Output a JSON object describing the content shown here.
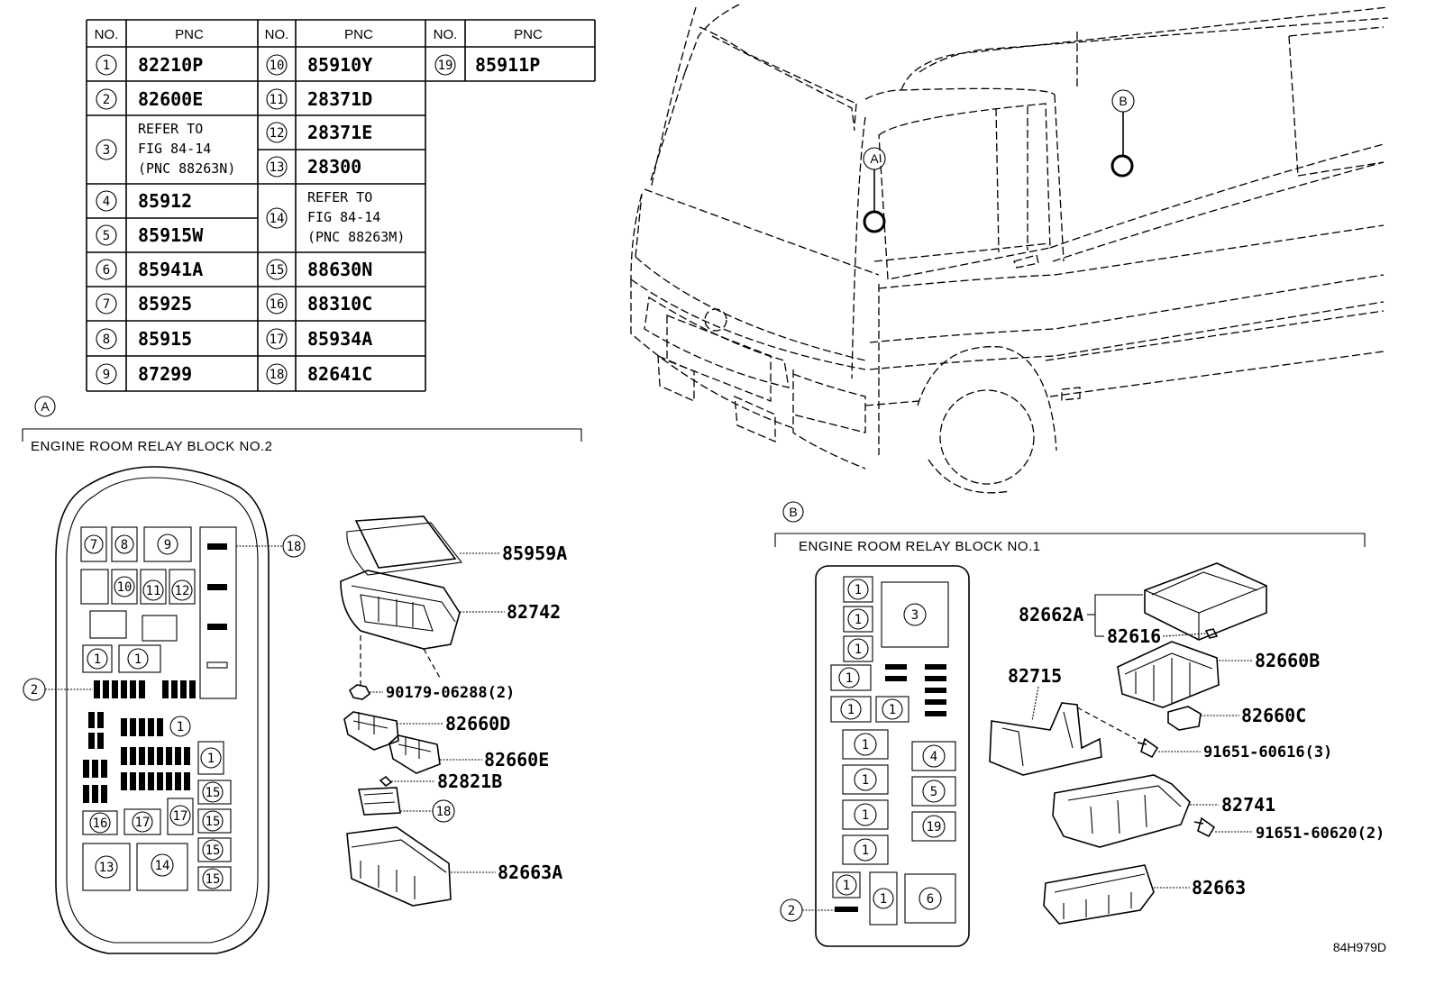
{
  "table": {
    "headers": {
      "no": "NO.",
      "pnc": "PNC"
    },
    "rows": [
      {
        "no": "1",
        "pnc": "82210P"
      },
      {
        "no": "2",
        "pnc": "82600E"
      },
      {
        "no": "3",
        "pnc_lines": [
          "REFER TO",
          "FIG 84-14",
          "(PNC 88263N)"
        ]
      },
      {
        "no": "4",
        "pnc": "85912"
      },
      {
        "no": "5",
        "pnc": "85915W"
      },
      {
        "no": "6",
        "pnc": "85941A"
      },
      {
        "no": "7",
        "pnc": "85925"
      },
      {
        "no": "8",
        "pnc": "85915"
      },
      {
        "no": "9",
        "pnc": "87299"
      },
      {
        "no": "10",
        "pnc": "85910Y"
      },
      {
        "no": "11",
        "pnc": "28371D"
      },
      {
        "no": "12",
        "pnc": "28371E"
      },
      {
        "no": "13",
        "pnc": "28300"
      },
      {
        "no": "14",
        "pnc_lines": [
          "REFER TO",
          "FIG 84-14",
          "(PNC 88263M)"
        ]
      },
      {
        "no": "15",
        "pnc": "88630N"
      },
      {
        "no": "16",
        "pnc": "88310C"
      },
      {
        "no": "17",
        "pnc": "85934A"
      },
      {
        "no": "18",
        "pnc": "82641C"
      },
      {
        "no": "19",
        "pnc": "85911P"
      }
    ]
  },
  "vehicle": {
    "callout_a": "A",
    "callout_b": "B"
  },
  "section_a": {
    "marker": "A",
    "title": "ENGINE ROOM RELAY BLOCK NO.2",
    "block_callouts": [
      "7",
      "8",
      "9",
      "10",
      "11",
      "12",
      "1",
      "1",
      "1",
      "1",
      "15",
      "15",
      "15",
      "15",
      "16",
      "17",
      "17",
      "13",
      "14"
    ],
    "leader_2": "2",
    "leader_18": "18",
    "parts": {
      "cover_seal": "85959A",
      "housing": "82742",
      "nut": "90179-06288(2)",
      "relay_d": "82660D",
      "relay_e": "82660E",
      "clip": "82821B",
      "connector_callout": "18",
      "lower_case": "82663A"
    }
  },
  "section_b": {
    "marker": "B",
    "title": "ENGINE ROOM RELAY BLOCK NO.1",
    "block_callouts": [
      "1",
      "1",
      "1",
      "1",
      "1",
      "1",
      "1",
      "1",
      "1",
      "1",
      "1",
      "1",
      "3",
      "4",
      "5",
      "19",
      "6"
    ],
    "leader_2": "2",
    "parts": {
      "cover": "82662A",
      "clip": "82616",
      "relay_b": "82660B",
      "bracket": "82715",
      "relay_c": "82660C",
      "bolt_1": "91651-60616(3)",
      "housing": "82741",
      "bolt_2": "91651-60620(2)",
      "lower_case": "82663"
    }
  },
  "figure_id": "84H979D"
}
